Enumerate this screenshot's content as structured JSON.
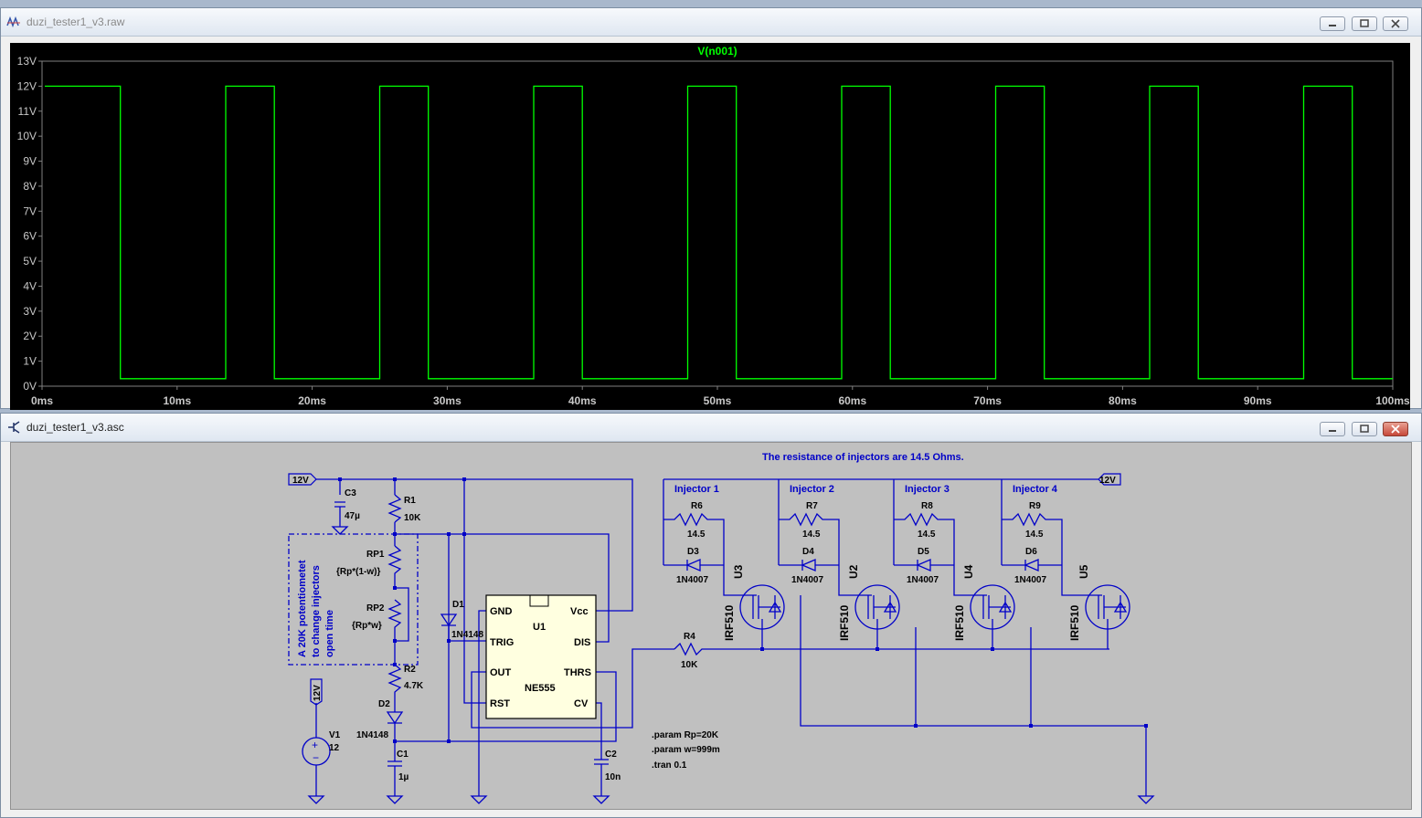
{
  "waveform_window": {
    "title": "duzi_tester1_v3.raw",
    "trace_name": "V(n001)",
    "trace_color": "#00ff00",
    "y_ticks": [
      "13V",
      "12V",
      "11V",
      "10V",
      "9V",
      "8V",
      "7V",
      "6V",
      "5V",
      "4V",
      "3V",
      "2V",
      "1V",
      "0V"
    ],
    "x_ticks": [
      "0ms",
      "10ms",
      "20ms",
      "30ms",
      "40ms",
      "50ms",
      "60ms",
      "70ms",
      "80ms",
      "90ms",
      "100ms"
    ]
  },
  "chart_data": {
    "type": "line",
    "title": "V(n001)",
    "xlabel": "",
    "ylabel": "",
    "xlim": [
      0,
      100
    ],
    "ylim": [
      0,
      13
    ],
    "x_unit": "ms",
    "y_unit": "V",
    "grid": false,
    "series": [
      {
        "name": "V(n001)",
        "color": "#00ff00",
        "x": [
          0.2,
          5.8,
          5.8,
          13.6,
          13.6,
          17.2,
          17.2,
          25.0,
          25.0,
          28.6,
          28.6,
          36.4,
          36.4,
          40.0,
          40.0,
          47.8,
          47.8,
          51.4,
          51.4,
          59.2,
          59.2,
          62.8,
          62.8,
          70.6,
          70.6,
          74.2,
          74.2,
          82.0,
          82.0,
          85.6,
          85.6,
          93.4,
          93.4,
          97.0,
          97.0,
          100
        ],
        "y": [
          12,
          12,
          0.3,
          0.3,
          12,
          12,
          0.3,
          0.3,
          12,
          12,
          0.3,
          0.3,
          12,
          12,
          0.3,
          0.3,
          12,
          12,
          0.3,
          0.3,
          12,
          12,
          0.3,
          0.3,
          12,
          12,
          0.3,
          0.3,
          12,
          12,
          0.3,
          0.3,
          12,
          12,
          0.3,
          0.3
        ]
      }
    ]
  },
  "schematic_window": {
    "title": "duzi_tester1_v3.asc",
    "note": "The resistance of injectors are 14.5 Ohms.",
    "potentiometer_note": [
      "A 20K potentiometet",
      "to change injectors",
      "open time"
    ],
    "directives": [
      ".param Rp=20K",
      ".param w=999m",
      ".tran 0.1"
    ],
    "supply_label": "12V",
    "ic": {
      "name": "U1",
      "part": "NE555",
      "pins": {
        "gnd": "GND",
        "trig": "TRIG",
        "out": "OUT",
        "rst": "RST",
        "vcc": "Vcc",
        "dis": "DIS",
        "thrs": "THRS",
        "cv": "CV"
      }
    },
    "components": {
      "c3": {
        "ref": "C3",
        "val": "47µ"
      },
      "r1": {
        "ref": "R1",
        "val": "10K"
      },
      "rp1": {
        "ref": "RP1",
        "val": "{Rp*(1-w)}"
      },
      "rp2": {
        "ref": "RP2",
        "val": "{Rp*w}"
      },
      "r2": {
        "ref": "R2",
        "val": "4.7K"
      },
      "d2": {
        "ref": "D2",
        "val": "1N4148"
      },
      "d1": {
        "ref": "D1",
        "val": "1N4148"
      },
      "c1": {
        "ref": "C1",
        "val": "1µ"
      },
      "c2": {
        "ref": "C2",
        "val": "10n"
      },
      "v1": {
        "ref": "V1",
        "val": "12"
      },
      "r4": {
        "ref": "R4",
        "val": "10K"
      }
    },
    "injectors": [
      {
        "label": "Injector 1",
        "r": "R6",
        "rv": "14.5",
        "d": "D3",
        "dv": "1N4007",
        "u": "U3",
        "m": "IRF510"
      },
      {
        "label": "Injector 2",
        "r": "R7",
        "rv": "14.5",
        "d": "D4",
        "dv": "1N4007",
        "u": "U2",
        "m": "IRF510"
      },
      {
        "label": "Injector 3",
        "r": "R8",
        "rv": "14.5",
        "d": "D5",
        "dv": "1N4007",
        "u": "U4",
        "m": "IRF510"
      },
      {
        "label": "Injector 4",
        "r": "R9",
        "rv": "14.5",
        "d": "D6",
        "dv": "1N4007",
        "u": "U5",
        "m": "IRF510"
      }
    ]
  }
}
